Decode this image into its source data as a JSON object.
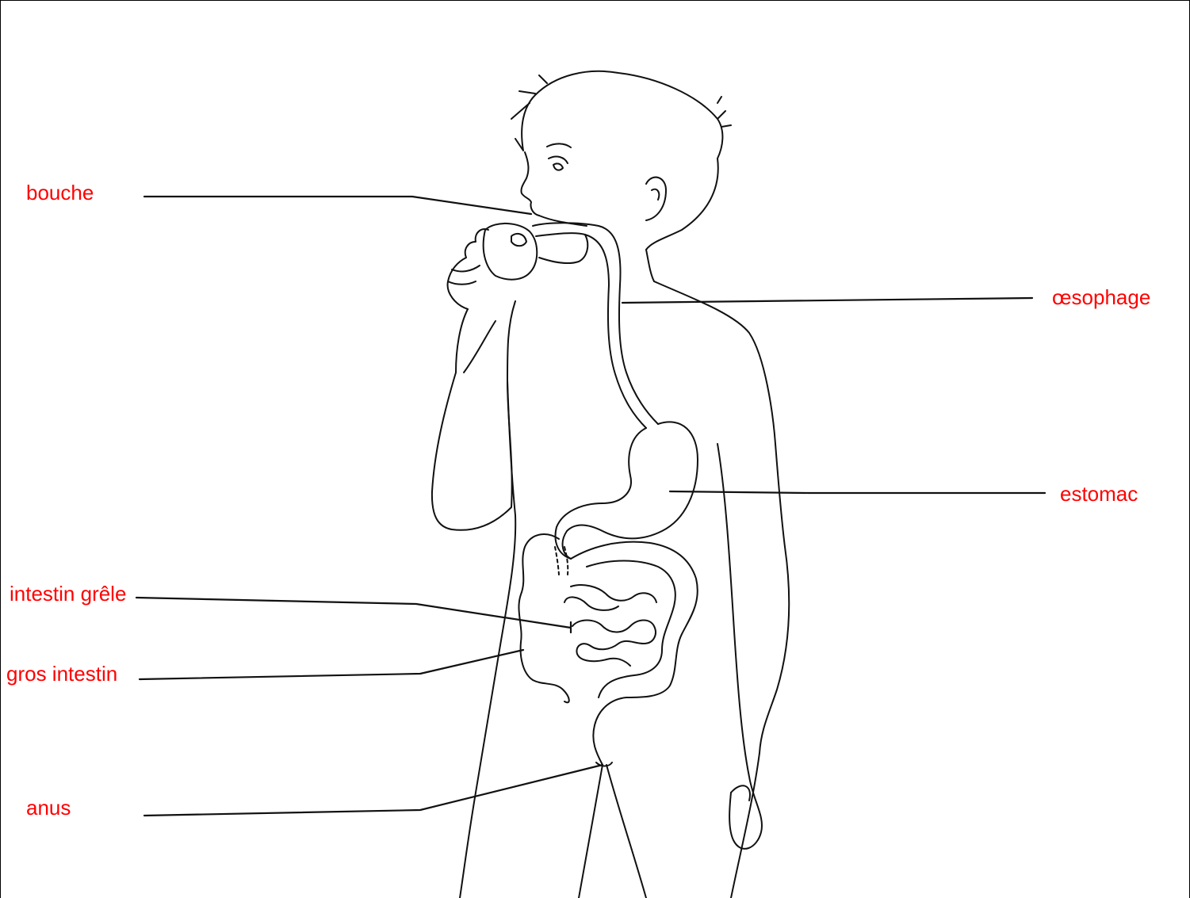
{
  "colors": {
    "label": "#ff0000",
    "ink": "#111111",
    "border": "#000000"
  },
  "labels": {
    "bouche": "bouche",
    "oesophage": "œsophage",
    "estomac": "estomac",
    "intestin_grele": "intestin grêle",
    "gros_intestin": "gros intestin",
    "anus": "anus"
  }
}
